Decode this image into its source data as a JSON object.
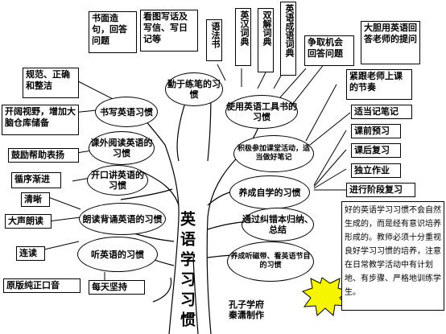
{
  "trunk": {
    "label": "英语学习习惯"
  },
  "branches": [
    {
      "label": "勤于练笔的习惯"
    },
    {
      "label": "使用英语工具书的习惯"
    },
    {
      "label": "书写英语习惯"
    },
    {
      "label": "课外阅读英语的习惯"
    },
    {
      "label": "积极参加课堂活动，适当做好笔记"
    },
    {
      "label": "开口讲英语的习惯"
    },
    {
      "label": "养成自学的习惯"
    },
    {
      "label": "朗读背诵英语的习惯"
    },
    {
      "label": "通过纠错本归纳、总结"
    },
    {
      "label": "听英语的习惯"
    },
    {
      "label": "养成听磁带、看英语节目的习惯"
    }
  ],
  "leaves": [
    {
      "label": "书面造句，回答问题"
    },
    {
      "label": "看图写话及写信、写日记等"
    },
    {
      "label": "语法书"
    },
    {
      "label": "英汉词典"
    },
    {
      "label": "双解词典"
    },
    {
      "label": "英语成语词典"
    },
    {
      "label": "争取机会回答问题"
    },
    {
      "label": "大胆用英语回答老师的提问"
    },
    {
      "label": "紧跟老师上课的节奏"
    },
    {
      "label": "适当记笔记"
    },
    {
      "label": "课前预习"
    },
    {
      "label": "课后复习"
    },
    {
      "label": "独立作业"
    },
    {
      "label": "进行阶段复习"
    },
    {
      "label": "规范、正确和整洁"
    },
    {
      "label": "开阔视野，增加大脑仓库储备"
    },
    {
      "label": "鼓励帮助表扬"
    },
    {
      "label": "循序渐进"
    },
    {
      "label": "清晰"
    },
    {
      "label": "大声朗读"
    },
    {
      "label": "连读"
    },
    {
      "label": "原版纯正口音"
    },
    {
      "label": "每天坚持"
    }
  ],
  "note": {
    "text": "好的英语学习习惯不会自然生成的，而是经有意识培养形成的。教师必须十分重视良好学习习惯的培养，注意在日常教学活动中有计划地、有步骤、严格地训练学生。"
  },
  "credit": {
    "text": "孔子学府秦潇制作"
  },
  "colors": {
    "line": "#000000",
    "burst": "#f5f500",
    "background": "#ffffff"
  }
}
